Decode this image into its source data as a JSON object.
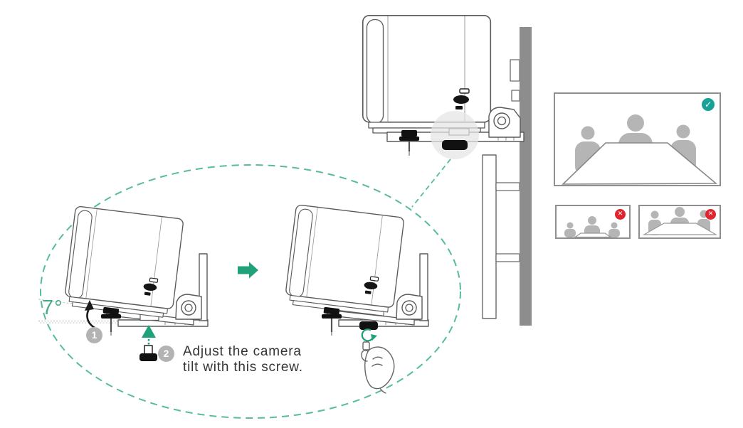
{
  "diagram": {
    "title": "camera-tilt-adjustment-instructions",
    "angle_label": "7°",
    "step1_number": "1",
    "step2_number": "2",
    "step2_text_line1": "Adjust the camera",
    "step2_text_line2": "tilt with this screw.",
    "step2_text_full": "Adjust the camera tilt with this screw."
  },
  "previews": {
    "good": {
      "badge_glyph": "✓",
      "badge_color": "#17a295",
      "result": "correct-framing"
    },
    "too_low": {
      "badge_glyph": "✕",
      "badge_color": "#e0252e",
      "result": "incorrect-framing"
    },
    "too_high": {
      "badge_glyph": "✕",
      "badge_color": "#e0252e",
      "result": "incorrect-framing"
    }
  },
  "icons": {
    "check_icon": "✓",
    "cross_icon": "✕",
    "transition_arrow_icon": "→",
    "lift_arrow_icon": "↑",
    "insert_screw_arrow_icon": "↑",
    "rotate_screw_arrow_icon": "↻",
    "hand_turning_screw_icon": "hand",
    "thumbscrew_icon": "screw"
  },
  "colors": {
    "accent_green": "#1fa27a",
    "dash_teal": "#57bb9c",
    "angle_label_green": "#48ab8c",
    "step_badge_gray": "#b3b3b3",
    "check_teal": "#17a295",
    "cross_red": "#e0252e",
    "line_art_gray": "#5a5a5a",
    "display_panel_gray": "#8d8d8d",
    "silhouette_gray": "#b5b5b5",
    "highlight_circle_gray": "#e4e4e4"
  }
}
